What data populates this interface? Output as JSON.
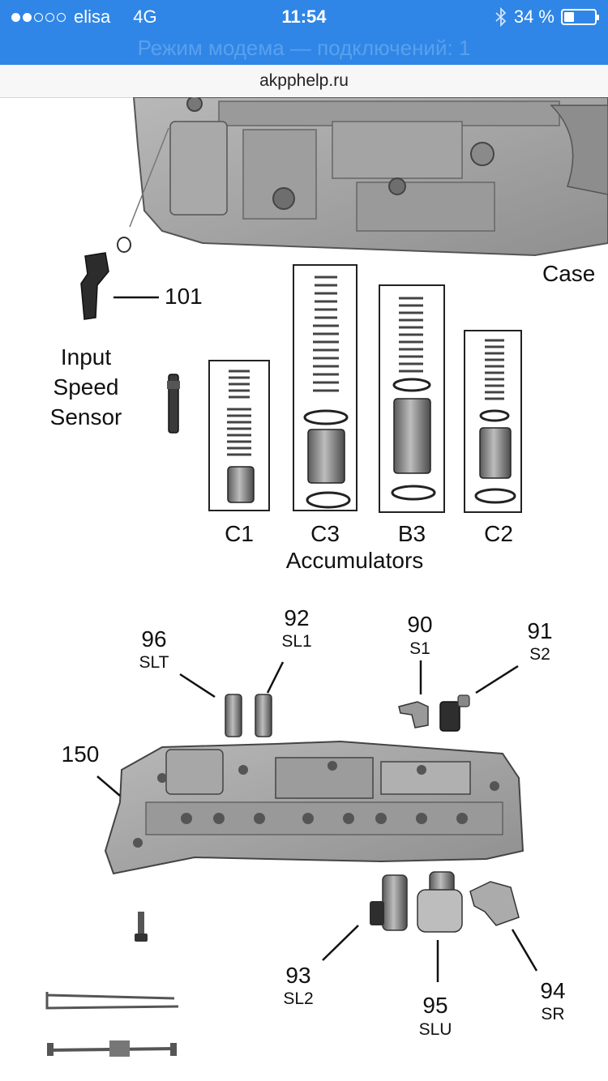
{
  "status": {
    "carrier": "elisa",
    "network": "4G",
    "time": "11:54",
    "battery": "34 %",
    "hotspot": "Режим модема — подключений: 1"
  },
  "browser": {
    "url": "akpphelp.ru"
  },
  "diagram": {
    "case": "Case",
    "part_101": "101",
    "sensor": [
      "Input",
      "Speed",
      "Sensor"
    ],
    "accumulators": [
      "C1",
      "C3",
      "B3",
      "C2"
    ],
    "accumulators_label": "Accumulators",
    "parts": [
      {
        "num": "96",
        "code": "SLT"
      },
      {
        "num": "92",
        "code": "SL1"
      },
      {
        "num": "90",
        "code": "S1"
      },
      {
        "num": "91",
        "code": "S2"
      },
      {
        "num": "150",
        "code": ""
      },
      {
        "num": "93",
        "code": "SL2"
      },
      {
        "num": "95",
        "code": "SLU"
      },
      {
        "num": "94",
        "code": "SR"
      }
    ]
  }
}
